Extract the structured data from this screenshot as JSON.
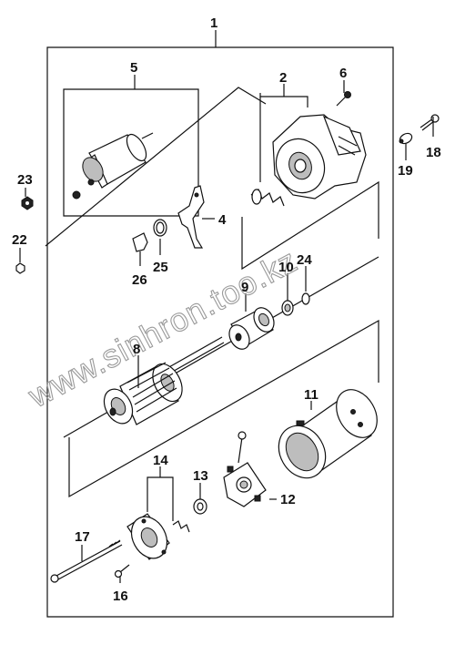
{
  "watermark": "www.sinhron.too.kz",
  "callouts": {
    "c1": "1",
    "c2": "2",
    "c4": "4",
    "c5": "5",
    "c6": "6",
    "c8": "8",
    "c9": "9",
    "c10": "10",
    "c11": "11",
    "c12": "12",
    "c13": "13",
    "c14": "14",
    "c16": "16",
    "c17": "17",
    "c18": "18",
    "c19": "19",
    "c22": "22",
    "c23": "23",
    "c24": "24",
    "c25": "25",
    "c26": "26"
  },
  "parts": {
    "p1": "starter-assembly-frame",
    "p2": "drive-housing",
    "p4": "shift-lever",
    "p5": "solenoid-switch",
    "p6": "housing-screw",
    "p8": "armature",
    "p9": "pinion-clutch",
    "p10": "stop-ring",
    "p11": "yoke-field-frame",
    "p12": "brush-holder",
    "p13": "washer",
    "p14": "rear-cover",
    "p16": "cover-screw",
    "p17": "through-bolt",
    "p18": "mounting-bolt",
    "p19": "bushing",
    "p22": "nut",
    "p23": "terminal-nut",
    "p24": "snap-ring",
    "p25": "lever-ring",
    "p26": "lever-plate"
  }
}
